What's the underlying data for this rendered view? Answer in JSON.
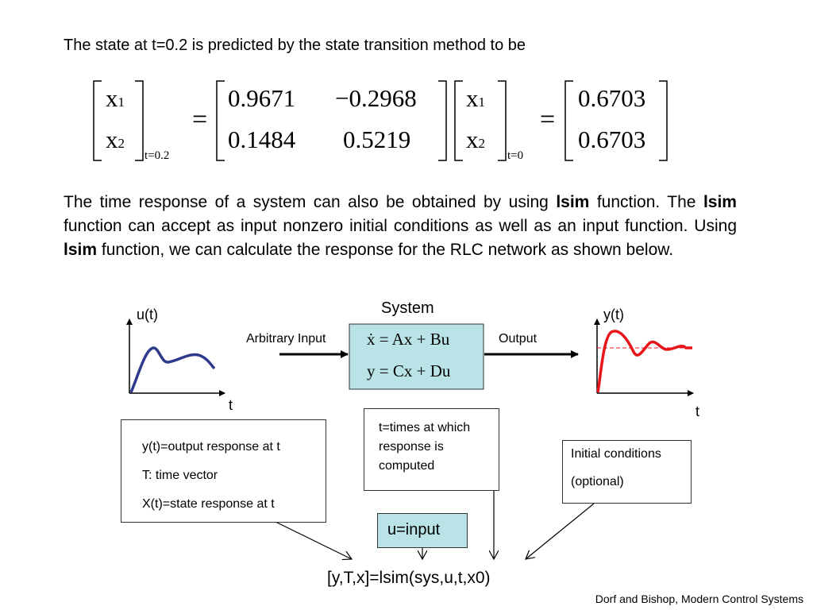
{
  "intro_text": "The state at t=0.2 is predicted by the state transition method to be",
  "equation": {
    "lhs_vector": [
      "x",
      "1",
      "x",
      "2"
    ],
    "lhs_subscript": "t=0.2",
    "equals": "=",
    "matrix": [
      "0.9671",
      "−0.2968",
      "0.1484",
      "0.5219"
    ],
    "rhs_vector": [
      "x",
      "1",
      "x",
      "2"
    ],
    "rhs_subscript": "t=0",
    "result": [
      "0.6703",
      "0.6703"
    ]
  },
  "paragraph": {
    "part1": "The time response of a system can also be obtained by using ",
    "lsim1": "lsim",
    "part2": " function.  The ",
    "lsim2": "lsim",
    "part3": " function can accept as input nonzero initial conditions as well as an input function. Using ",
    "lsim3": "lsim",
    "part4": " function, we can calculate the response for the RLC network as shown below."
  },
  "diagram": {
    "input_axis_label": "u(t)",
    "input_time_label": "t",
    "system_title": "System",
    "input_arrow_label": "Arbitrary Input",
    "output_arrow_label": "Output",
    "state_eq": "ẋ = Ax + Bu",
    "output_eq": "y = Cx + Du",
    "output_axis_label": "y(t)",
    "output_time_label": "t",
    "colors": {
      "input_curve": "#2e3a8c",
      "output_curve": "#e8151b",
      "system_fill": "#b9e3e6"
    }
  },
  "annotations": {
    "outputs_box": [
      "y(t)=output response at t",
      "T: time vector",
      "X(t)=state response at t"
    ],
    "times_box": [
      "t=times at which",
      "response is",
      "computed"
    ],
    "input_box": "u=input",
    "init_box": [
      "Initial conditions",
      "(optional)"
    ],
    "command": "[y,T,x]=lsim(sys,u,t,x0)"
  },
  "citation": "Dorf and Bishop, Modern Control Systems"
}
